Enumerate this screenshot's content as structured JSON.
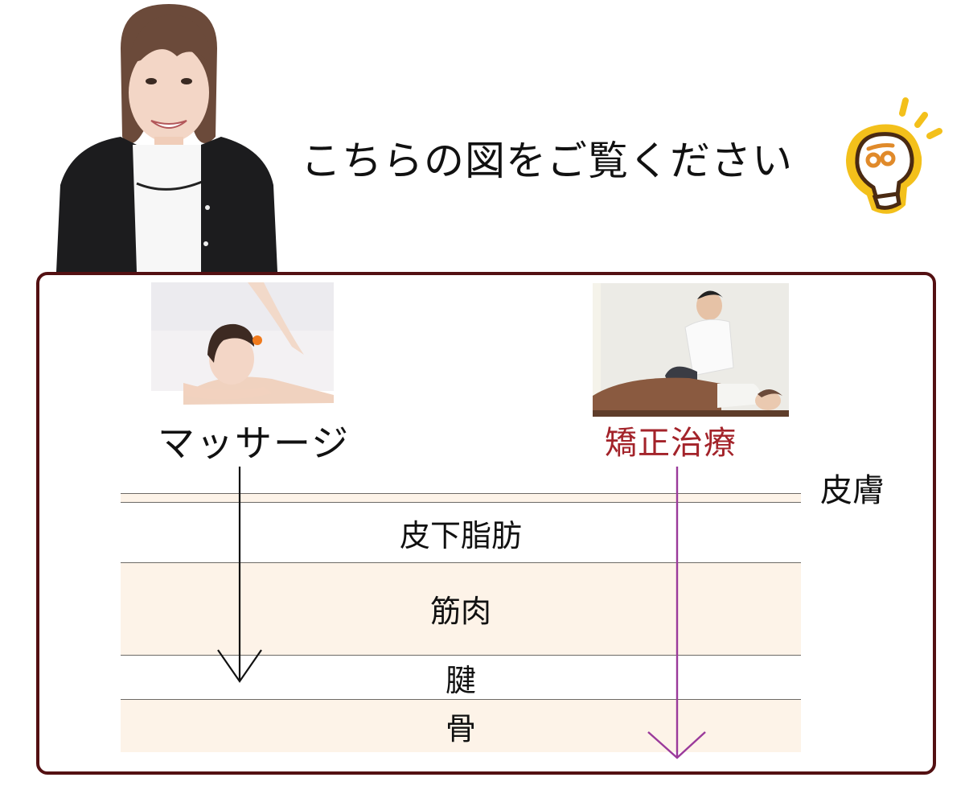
{
  "header": {
    "title": "こちらの図をご覧ください",
    "presenter_image": "smiling-woman-presenter-photo",
    "idea_icon": "lightbulb-icon"
  },
  "colors": {
    "frame_border": "#531012",
    "layer_cream": "#fdf3e8",
    "correction_label": "#a3232a",
    "massage_arrow": "#111111",
    "correction_arrow": "#9b3a9b",
    "bulb_yellow": "#f3c01b",
    "bulb_outline": "#4a2a12",
    "bulb_face": "#e08a2a"
  },
  "treatments": [
    {
      "label": "マッサージ",
      "image": "massage-photo",
      "arrow_reaches": "腱"
    },
    {
      "label": "矯正治療",
      "image": "chiropractic-correction-photo",
      "arrow_reaches": "骨"
    }
  ],
  "layers": [
    {
      "name": "皮膚",
      "label_position": "right"
    },
    {
      "name": "皮下脂肪"
    },
    {
      "name": "筋肉"
    },
    {
      "name": "腱"
    },
    {
      "name": "骨"
    }
  ]
}
